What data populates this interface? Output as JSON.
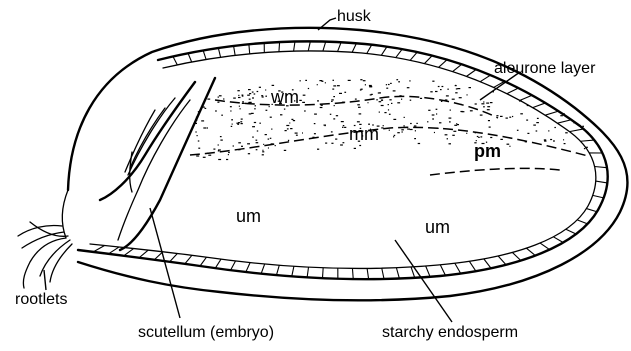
{
  "labels": {
    "husk": "husk",
    "aleurone_layer": "aleurone layer",
    "wm": "wm",
    "mm": "mm",
    "pm": "pm",
    "um_left": "um",
    "um_right": "um",
    "rootlets": "rootlets",
    "scutellum": "scutellum (embryo)",
    "starchy_endosperm": "starchy endosperm"
  },
  "colors": {
    "ink": "#000000",
    "background": "#ffffff"
  }
}
